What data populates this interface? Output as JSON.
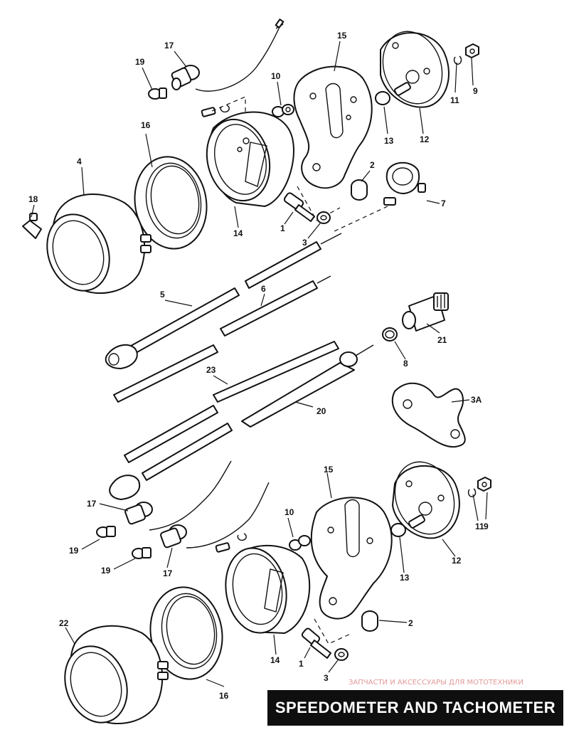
{
  "title": "SPEEDOMETER AND TACHOMETER",
  "watermark": "ЗАПЧАСТИ И АКСЕССУАРЫ ДЛЯ МОТОТЕХНИКИ",
  "callouts": {
    "c17a": "17",
    "c19a": "19",
    "c16a": "16",
    "c4": "4",
    "c18": "18",
    "c10a": "10",
    "c15a": "15",
    "c11a": "11",
    "c9a": "9",
    "c13a": "13",
    "c12a": "12",
    "c2a": "2",
    "c7": "7",
    "c1a": "1",
    "c3a": "3",
    "c14a": "14",
    "c5": "5",
    "c6": "6",
    "c21": "21",
    "c8": "8",
    "c23": "23",
    "c20": "20",
    "c3A": "3A",
    "c15b": "15",
    "c9b": "9",
    "c11b": "11",
    "c17b": "17",
    "c10b": "10",
    "c19b": "19",
    "c19c": "19",
    "c17c": "17",
    "c13b": "13",
    "c12b": "12",
    "c22": "22",
    "c2b": "2",
    "c14b": "14",
    "c1b": "1",
    "c3b": "3",
    "c16b": "16"
  }
}
